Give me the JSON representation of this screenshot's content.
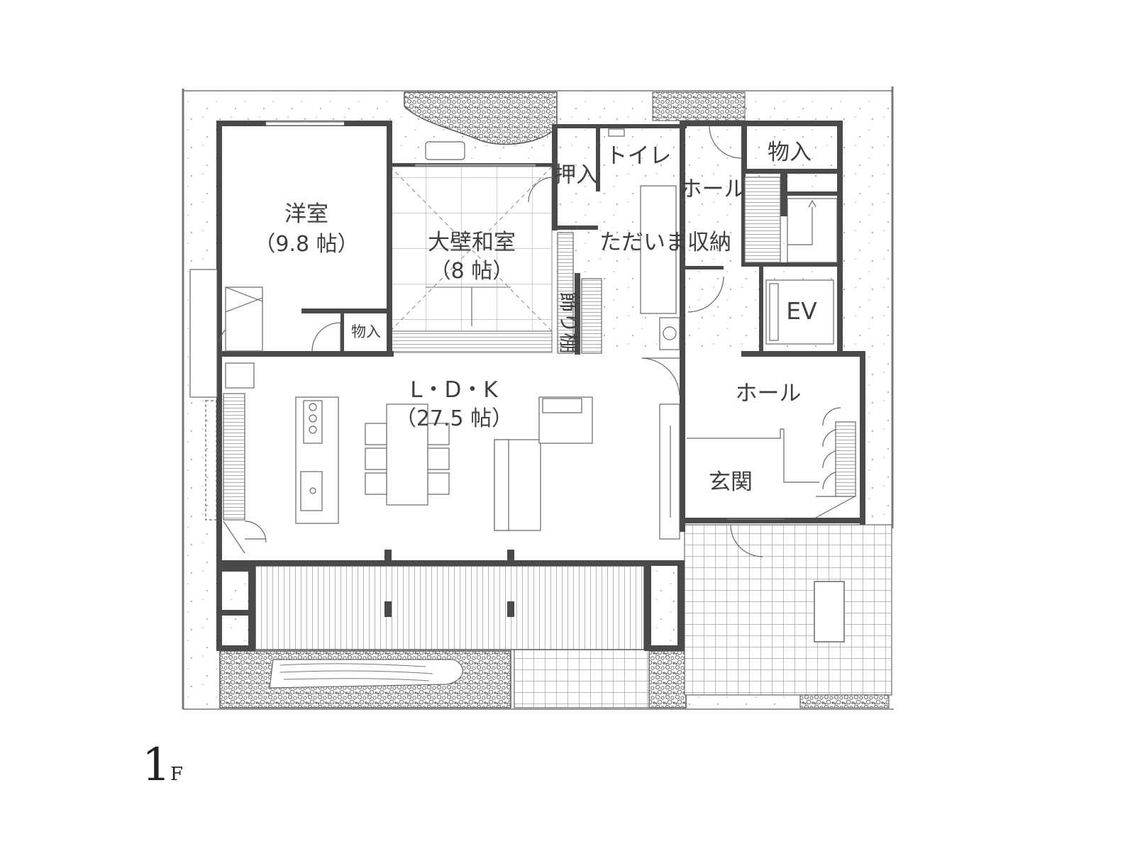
{
  "colors": {
    "wall": "#4a4a4a",
    "line": "#555555",
    "thin": "#8a8a8a",
    "gravel": "#777777",
    "text": "#3f3f3f"
  },
  "floor_label": {
    "number": "1",
    "suffix": "F"
  },
  "rooms": {
    "western_room": {
      "name": "洋室",
      "size": "（9.8 帖）"
    },
    "japanese_room": {
      "name": "大壁和室",
      "size": "（8 帖）"
    },
    "ldk": {
      "name": "L・D・K",
      "size": "（27.5 帖）"
    },
    "closet_western": "物入",
    "closet_top_right": "物入",
    "oshiire": "押入",
    "toilet": "トイレ",
    "hall_upper": "ホール",
    "hall_lower": "ホール",
    "tadaima_storage": "ただいま収納",
    "display_shelf": "飾り棚",
    "elevator": "EV",
    "entrance": "玄関"
  },
  "icons": {
    "kitchen_stove": "stove-icon",
    "kitchen_sink": "sink-icon",
    "toilet_fixture": "toilet-icon",
    "stairs": "stairs-icon",
    "elevator_car": "elevator-icon"
  }
}
